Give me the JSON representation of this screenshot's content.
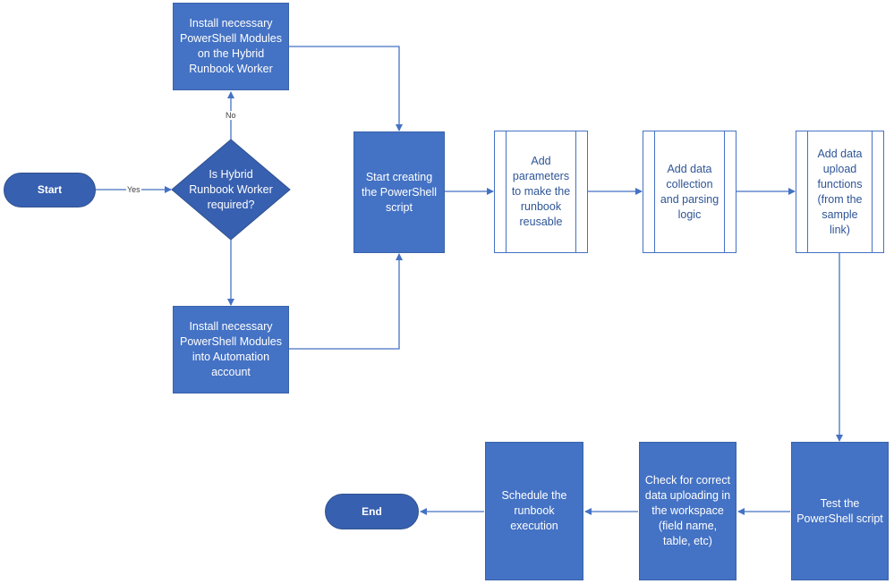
{
  "nodes": {
    "start": "Start",
    "decision": "Is Hybrid\nRunbook Worker\nrequired?",
    "install_hybrid": "Install necessary\nPowerShell Modules\non the Hybrid\nRunbook Worker",
    "install_automation": "Install necessary\nPowerShell Modules\ninto Automation\naccount",
    "start_script": "Start creating\nthe PowerShell\nscript",
    "add_parameters": "Add\nparameters\nto make the\nrunbook\nreusable",
    "add_collection": "Add data\ncollection\nand parsing\nlogic",
    "add_upload": "Add data\nupload\nfunctions\n(from the\nsample\nlink)",
    "test_script": "Test the\nPowerShell script",
    "check_upload": "Check for correct\ndata uploading in\nthe workspace\n(field name,\ntable, etc)",
    "schedule": "Schedule the\nrunbook\nexecution",
    "end": "End"
  },
  "edge_labels": {
    "yes": "Yes",
    "no": "No"
  },
  "colors": {
    "fill": "#4472c4",
    "terminal": "#3860b0",
    "arrow": "#4472c4",
    "subprocess_text": "#2f5597"
  }
}
